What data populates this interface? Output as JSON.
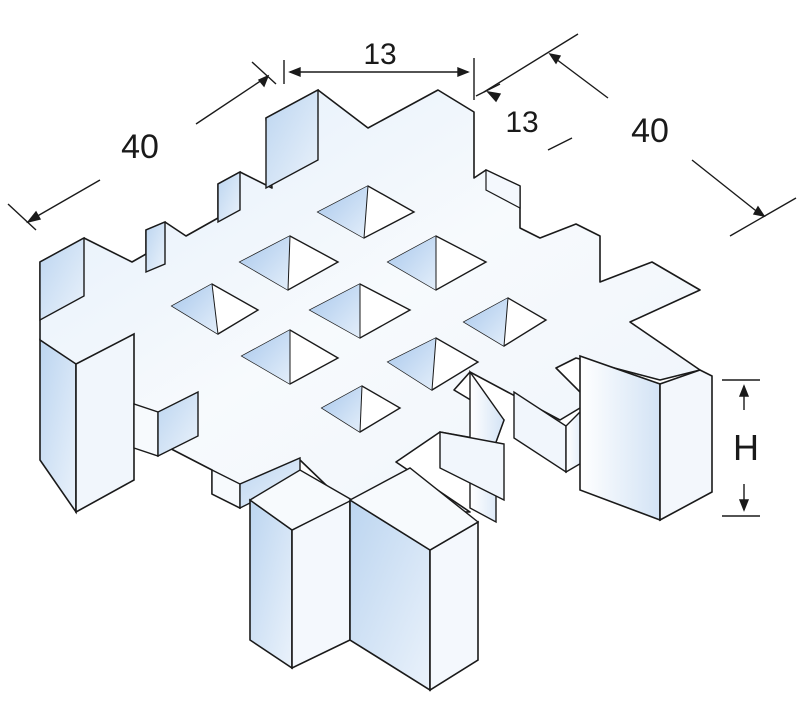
{
  "dimensions": {
    "pitch_x": "13",
    "pitch_y": "13",
    "panel_length_left": "40",
    "panel_length_right": "40",
    "height": "H"
  },
  "colors": {
    "outline": "#1a1a1a",
    "top_face": "#f5f9fd",
    "side_face": "#dce9f7",
    "shadow_face": "#b9d3f0",
    "background": "#ffffff"
  }
}
